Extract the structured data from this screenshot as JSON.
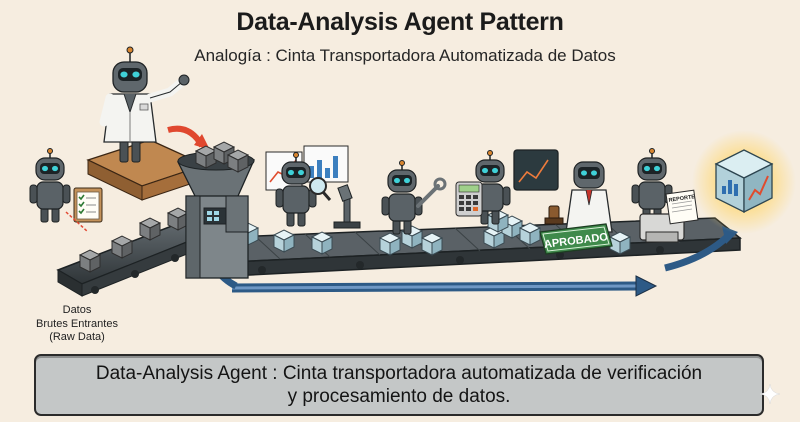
{
  "header": {
    "title": "Data-Analysis Agent Pattern",
    "subtitle": "Analogía : Cinta Transportadora Automatizada de Datos"
  },
  "labels": {
    "raw_data_line1": "Datos",
    "raw_data_line2": "Brutes Entrantes",
    "raw_data_line3": "(Raw Data)",
    "approved_stamp": "APROBADO",
    "report_sheet": "REPORTE"
  },
  "caption": {
    "line1": "Data-Analysis Agent : Cinta transportadora automatizada de verificación",
    "line2": "y procesamiento de datos."
  },
  "colors": {
    "background": "#f6ede0",
    "conveyor": "#3c4448",
    "robot_body": "#4d5458",
    "robot_eyes": "#3fd1d8",
    "cube": "#b8d3da",
    "approved_green": "#3f8a4b",
    "flow_arrow": "#2d5a86",
    "glow": "#ffd66b"
  },
  "icons": [
    "robot-supervisor-icon",
    "clipboard-icon",
    "hopper-machine-icon",
    "magnifying-glass-icon",
    "microscope-icon",
    "wrench-icon",
    "calculator-icon",
    "stamp-icon",
    "printer-icon",
    "data-cube-icon",
    "sparkle-icon"
  ]
}
